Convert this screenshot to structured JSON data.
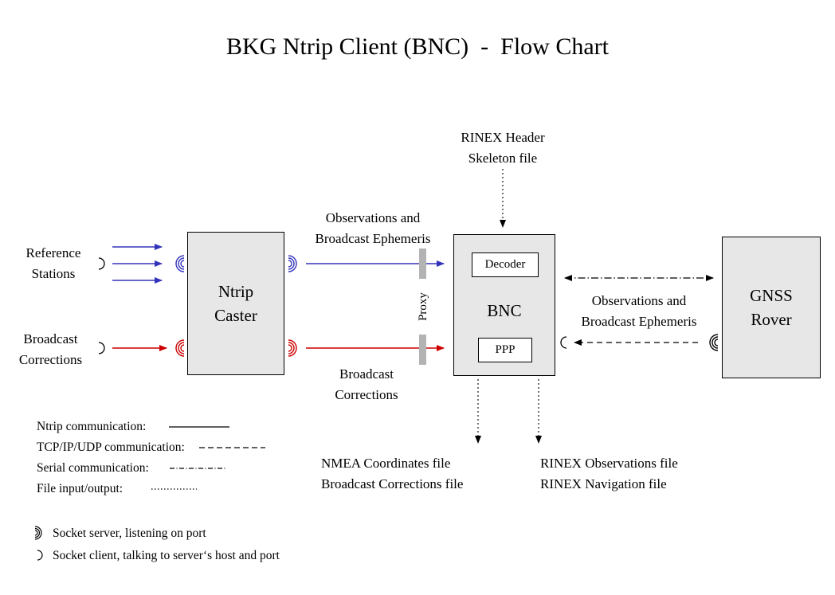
{
  "title": "BKG Ntrip Client (BNC)  -  Flow Chart",
  "colors": {
    "blue": "#3333bb",
    "red": "#cc0000",
    "box_fill": "#e7e7e7",
    "proxy": "#b3b3b3"
  },
  "nodes": {
    "caster": {
      "label": "Ntrip\nCaster"
    },
    "bnc": {
      "label": "BNC",
      "decoder_label": "Decoder",
      "ppp_label": "PPP"
    },
    "rover": {
      "label": "GNSS\nRover"
    }
  },
  "labels": {
    "reference_stations": "Reference\nStations",
    "broadcast_corrections_source": "Broadcast\nCorrections",
    "observations_top": "Observations and\nBroadcast Ephemeris",
    "broadcast_corrections_link": "Broadcast\nCorrections",
    "rinex_header_skeleton": "RINEX Header\nSkeleton file",
    "observations_rover": "Observations and\nBroadcast Ephemeris",
    "proxy": "Proxy",
    "nmea_output": "NMEA Coordinates file\nBroadcast Corrections file",
    "rinex_output": "RINEX Observations file\nRINEX Navigation file"
  },
  "legend": {
    "ntrip_label": "Ntrip communication:",
    "tcpip_label": "TCP/IP/UDP communication:",
    "serial_label": "Serial communication:",
    "file_label": "File input/output:",
    "socket_server_label": "Socket server, listening on port",
    "socket_client_label": "Socket client, talking to server‘s host and port"
  },
  "icons": {
    "socket_server": ")))",
    "socket_client": ")"
  }
}
